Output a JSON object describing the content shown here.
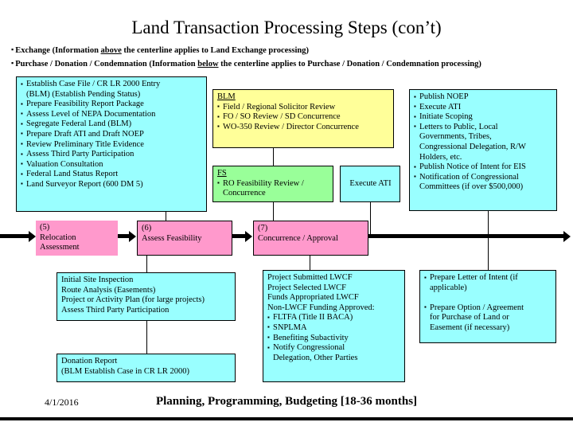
{
  "slide": {
    "title": "Land Transaction Processing Steps (con’t)",
    "legend": [
      {
        "bullet": "▪",
        "pre": "Exchange (Information ",
        "underlined": "above",
        "post": " the centerline applies to Land Exchange processing)"
      },
      {
        "bullet": "▪",
        "pre": "Purchase / Donation / Condemnation (Information ",
        "underlined": "below",
        "post": " the centerline applies to Purchase / Donation / Condemnation processing)"
      }
    ],
    "footer": {
      "date": "4/1/2016",
      "title": "Planning, Programming, Budgeting [18-36 months]"
    }
  },
  "colors": {
    "cyan": "#99ffff",
    "yellow": "#ffff99",
    "green": "#99ff99",
    "pink": "#ff99cc",
    "line": "#000000",
    "background": "#ffffff"
  },
  "boxes": {
    "steps": {
      "color": "cyan",
      "items": [
        "Establish Case File / CR LR 2000 Entry",
        "(BLM) (Establish Pending Status)",
        "Prepare Feasibility Report Package",
        "Assess Level of NEPA Documentation",
        "Segregate Federal Land (BLM)",
        "Prepare Draft ATI and Draft NOEP",
        "Review Preliminary Title Evidence",
        "Assess Third Party Participation",
        "Valuation Consultation",
        "Federal Land Status Report",
        "Land Surveyor Report (600 DM 5)"
      ]
    },
    "blm": {
      "color": "yellow",
      "heading": "BLM",
      "items": [
        "Field / Regional Solicitor Review",
        "FO / SO Review / SD Concurrence",
        "WO-350 Review / Director Concurrence"
      ]
    },
    "fs": {
      "color": "green",
      "heading": "FS",
      "items": [
        "RO Feasibility Review /",
        "Concurrence"
      ]
    },
    "execute_ati": {
      "color": "cyan",
      "label": "Execute ATI"
    },
    "noep": {
      "color": "cyan",
      "items": [
        "Publish NOEP",
        "Execute ATI",
        "Initiate Scoping",
        "Letters to Public, Local",
        "Governments, Tribes,",
        "Congressional Delegation, R/W",
        "Holders, etc.",
        "Publish Notice of Intent for EIS",
        "Notification of Congressional",
        "Committees (if over $500,000)"
      ]
    },
    "step5": {
      "color": "pink",
      "number": "(5)",
      "line1": "Relocation",
      "line2": "Assessment"
    },
    "step6": {
      "color": "pink",
      "number": "(6)",
      "line1": "Assess Feasibility"
    },
    "step7": {
      "color": "pink",
      "number": "(7)",
      "line1": "Concurrence / Approval"
    },
    "initial": {
      "color": "cyan",
      "items": [
        "Initial Site Inspection",
        "Route Analysis (Easements)",
        "Project or Activity Plan (for large projects)",
        "Assess Third Party Participation"
      ]
    },
    "donation": {
      "color": "cyan",
      "items": [
        "Donation Report",
        "(BLM Establish Case in CR LR 2000)"
      ]
    },
    "lwcf": {
      "color": "cyan",
      "items": [
        "Project Submitted LWCF",
        "Project Selected LWCF",
        "Funds Appropriated LWCF",
        "Non-LWCF Funding Approved:",
        "FLTFA (Title II BACA)",
        "SNPLMA",
        "Benefiting Subactivity",
        "Notify Congressional",
        "Delegation, Other Parties"
      ]
    },
    "letter": {
      "color": "cyan",
      "items": [
        "Prepare Letter of Intent (if",
        "applicable)",
        "",
        "Prepare Option / Agreement",
        "for Purchase of Land or",
        "Easement (if necessary)"
      ]
    }
  }
}
